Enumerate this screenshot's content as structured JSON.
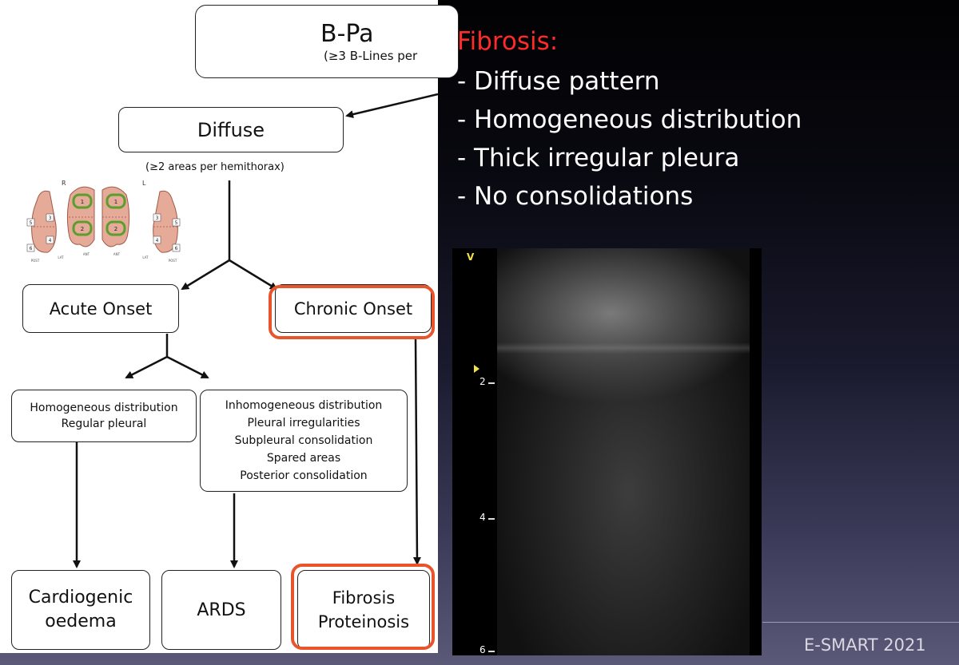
{
  "flowchart": {
    "top_box": {
      "title": "B-Pa",
      "subtitle": "(≥3 B-Lines per"
    },
    "diffuse": {
      "label": "Diffuse",
      "caption": "(≥2 areas per hemithorax)"
    },
    "lung_map": {
      "side_left": "R",
      "side_right": "L",
      "zones": [
        "1",
        "2",
        "1",
        "2",
        "3",
        "4",
        "5",
        "6",
        "3",
        "4",
        "5",
        "6"
      ],
      "view_labels": [
        "POST",
        "LAT",
        "ANT",
        "ANT",
        "LAT",
        "POST"
      ]
    },
    "acute_onset": "Acute Onset",
    "chronic_onset": "Chronic Onset",
    "homogeneous_box": [
      "Homogeneous distribution",
      "Regular pleural"
    ],
    "inhomogeneous_box": [
      "Inhomogeneous distribution",
      "Pleural irregularities",
      "Subpleural consolidation",
      "Spared areas",
      "Posterior consolidation"
    ],
    "cardiogenic": [
      "Cardiogenic",
      "oedema"
    ],
    "ards": "ARDS",
    "fibrosis": [
      "Fibrosis",
      "Proteinosis"
    ],
    "highlight_color": "#e8552d"
  },
  "slide": {
    "heading": "Fibrosis:",
    "heading_color": "#ff2a2a",
    "bullets": [
      "- Diffuse pattern",
      "- Homogeneous distribution",
      "- Thick irregular pleura",
      "- No consolidations"
    ],
    "footer": "E-SMART 2021"
  },
  "ultrasound": {
    "marker": "V",
    "depth_labels": [
      "2",
      "4",
      "6"
    ]
  }
}
